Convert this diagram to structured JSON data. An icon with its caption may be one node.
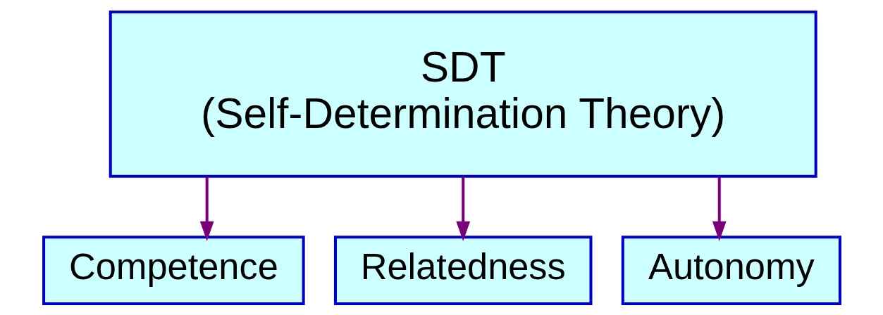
{
  "diagram": {
    "nodes": [
      {
        "text": [
          "SDT",
          "(Self-Determination Theory)"
        ]
      },
      {
        "text": [
          "Competence"
        ]
      },
      {
        "text": [
          "Relatedness"
        ]
      },
      {
        "text": [
          "Autonomy"
        ]
      }
    ],
    "edges": [
      {
        "from": 0,
        "to": 1,
        "arrow": "to"
      },
      {
        "from": 0,
        "to": 2,
        "arrow": "to"
      },
      {
        "from": 0,
        "to": 3,
        "arrow": "to"
      }
    ]
  }
}
